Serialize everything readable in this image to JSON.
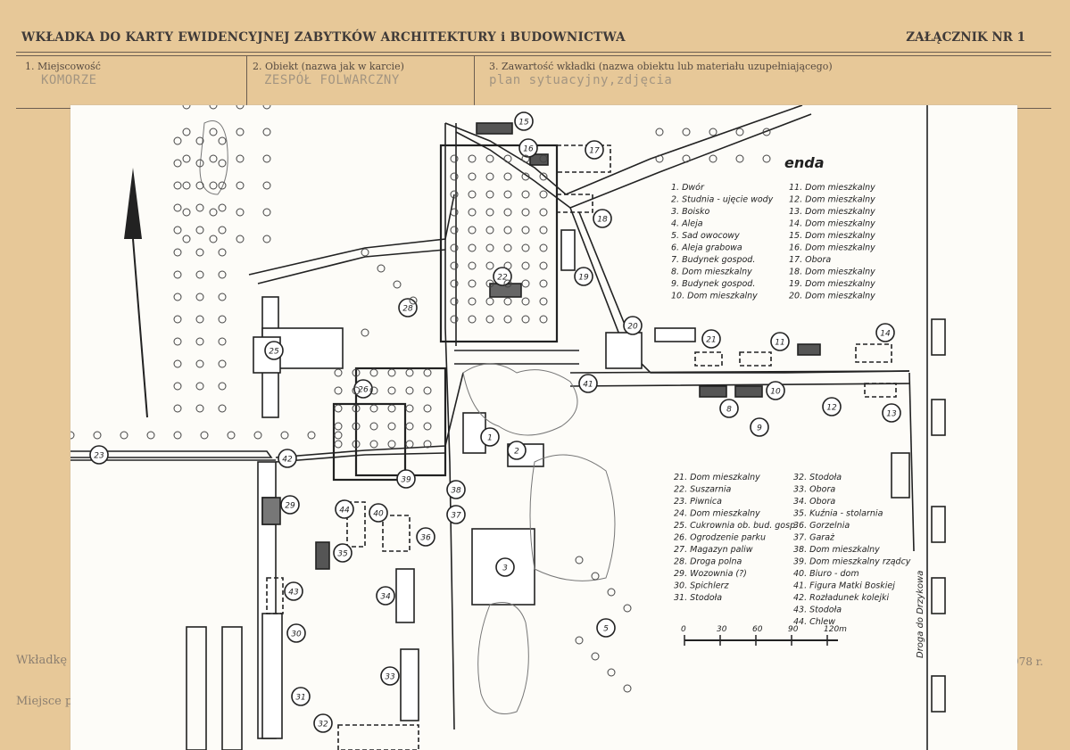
{
  "header": {
    "title": "WKŁADKA DO KARTY EWIDENCYJNEJ ZABYTKÓW ARCHITEKTURY i BUDOWNICTWA",
    "annex": "ZAŁĄCZNIK NR 1"
  },
  "fields": {
    "locality_label": "1. Miejscowość",
    "locality_value": "KOMORZE",
    "object_label": "2. Obiekt (nazwa jak w karcie)",
    "object_value": "ZESPÓŁ FOLWARCZNY",
    "content_label": "3. Zawartość wkładki (nazwa obiektu lub materiału uzupełniającego)",
    "content_value": "plan sytuacyjny,zdjęcia"
  },
  "footer": {
    "insert_label": "Wkładkę",
    "place_label": "Miejsce p",
    "year_fragment": "978 r."
  },
  "map": {
    "legend_title": "enda",
    "legend_col1": [
      "1. Dwór",
      "2. Studnia - ujęcie wody",
      "3. Boisko",
      "4. Aleja",
      "5. Sad owocowy",
      "6. Aleja grabowa",
      "7. Budynek gospod.",
      "8. Dom mieszkalny",
      "9. Budynek gospod.",
      "10. Dom mieszkalny"
    ],
    "legend_col2": [
      "11. Dom mieszkalny",
      "12. Dom mieszkalny",
      "13. Dom mieszkalny",
      "14. Dom mieszkalny",
      "15. Dom mieszkalny",
      "16. Dom mieszkalny",
      "17. Obora",
      "18. Dom mieszkalny",
      "19. Dom mieszkalny",
      "20. Dom mieszkalny"
    ],
    "legend_col3": [
      "21. Dom mieszkalny",
      "22. Suszarnia",
      "23. Piwnica",
      "24. Dom mieszkalny",
      "25. Cukrownia ob. bud. gosp.",
      "26. Ogrodzenie parku",
      "27. Magazyn paliw",
      "28. Droga polna",
      "29. Wozownia (?)",
      "30. Spichlerz",
      "31. Stodoła"
    ],
    "legend_col4": [
      "32. Stodoła",
      "33. Obora",
      "34. Obora",
      "35. Kuźnia - stolarnia",
      "36. Gorzelnia",
      "37. Garaż",
      "38. Dom mieszkalny",
      "39. Dom mieszkalny rządcy",
      "40. Biuro - dom",
      "41. Figura Matki Boskiej",
      "42. Rozładunek kolejki",
      "43. Stodoła",
      "44. Chlew"
    ],
    "scale_labels": [
      "0",
      "30",
      "60",
      "90",
      "120m"
    ],
    "road_label": "Droga do Drzykowa",
    "markers": [
      "1",
      "2",
      "3",
      "5",
      "8",
      "9",
      "10",
      "11",
      "12",
      "13",
      "14",
      "15",
      "16",
      "17",
      "18",
      "19",
      "20",
      "21",
      "22",
      "23",
      "25",
      "26",
      "28",
      "29",
      "30",
      "31",
      "32",
      "33",
      "34",
      "35",
      "36",
      "37",
      "38",
      "39",
      "40",
      "41",
      "42",
      "43",
      "44"
    ]
  },
  "colors": {
    "card": "#e7c898",
    "sheet": "#fdfcf8",
    "ink": "#1f1f1f"
  }
}
